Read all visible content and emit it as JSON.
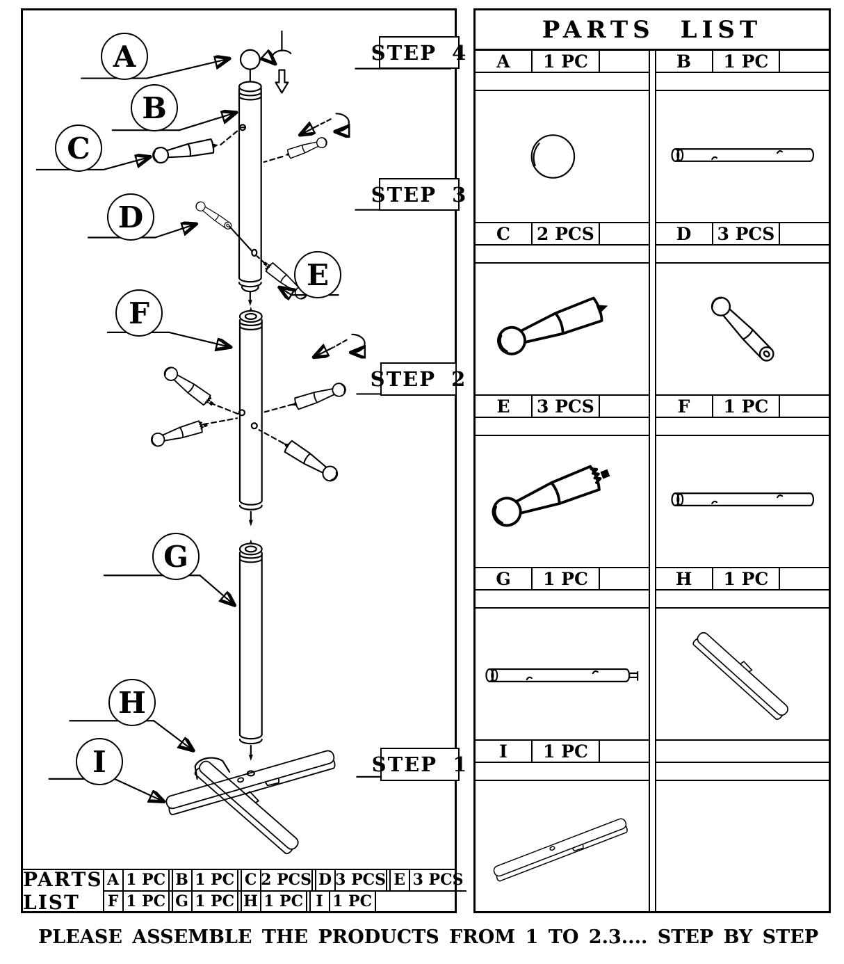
{
  "colors": {
    "ink": "#000000",
    "paper": "#ffffff"
  },
  "left_panel": {
    "callouts": [
      {
        "letter": "A"
      },
      {
        "letter": "B"
      },
      {
        "letter": "C"
      },
      {
        "letter": "D"
      },
      {
        "letter": "E"
      },
      {
        "letter": "F"
      },
      {
        "letter": "G"
      },
      {
        "letter": "H"
      },
      {
        "letter": "I"
      }
    ],
    "steps": [
      {
        "label": "STEP 4"
      },
      {
        "label": "STEP 3"
      },
      {
        "label": "STEP 2"
      },
      {
        "label": "STEP 1"
      }
    ],
    "parts_table": {
      "title": "PARTS LIST",
      "row1": [
        {
          "letter": "A",
          "qty": "1 PC"
        },
        {
          "letter": "B",
          "qty": "1 PC"
        },
        {
          "letter": "C",
          "qty": "2 PCS"
        },
        {
          "letter": "D",
          "qty": "3 PCS"
        },
        {
          "letter": "E",
          "qty": "3 PCS"
        }
      ],
      "row2": [
        {
          "letter": "F",
          "qty": "1 PC"
        },
        {
          "letter": "G",
          "qty": "1 PC"
        },
        {
          "letter": "H",
          "qty": "1 PC"
        },
        {
          "letter": "I",
          "qty": "1 PC"
        }
      ]
    }
  },
  "right_panel": {
    "title": "PARTS LIST",
    "column1": [
      {
        "letter": "A",
        "qty": "1 PC",
        "part": "round-knob"
      },
      {
        "letter": "C",
        "qty": "2 PCS",
        "part": "hook-peg"
      },
      {
        "letter": "E",
        "qty": "3 PCS",
        "part": "threaded-bolt-peg"
      },
      {
        "letter": "G",
        "qty": "1 PC",
        "part": "pole-section-with-pin"
      },
      {
        "letter": "I",
        "qty": "1 PC",
        "part": "base-bar-long"
      }
    ],
    "column2": [
      {
        "letter": "B",
        "qty": "1 PC",
        "part": "pole-section"
      },
      {
        "letter": "D",
        "qty": "3 PCS",
        "part": "hook-peg-with-hole"
      },
      {
        "letter": "F",
        "qty": "1 PC",
        "part": "pole-section"
      },
      {
        "letter": "H",
        "qty": "1 PC",
        "part": "base-bar-notched"
      },
      {
        "letter": "",
        "qty": "",
        "part": ""
      }
    ]
  },
  "footer_note": "PLEASE ASSEMBLE THE PRODUCTS FROM 1 TO 2.3.... STEP BY STEP"
}
